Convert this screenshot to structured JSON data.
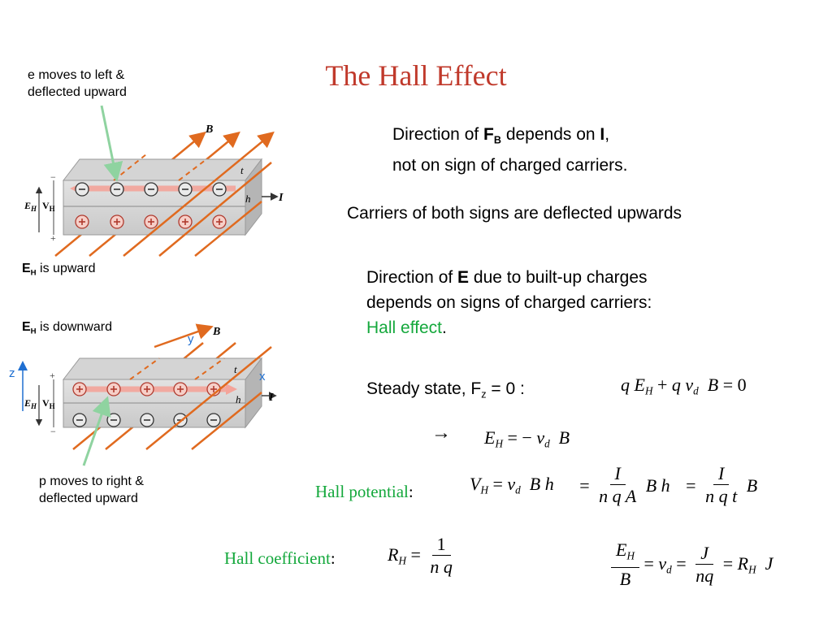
{
  "title": "The Hall Effect",
  "captions": {
    "e_moves": [
      "e moves to left &",
      "deflected upward"
    ],
    "eh_up": {
      "sym": "E",
      "sub": "H",
      "text": " is upward"
    },
    "eh_down": {
      "sym": "E",
      "sub": "H",
      "text": " is downward"
    },
    "p_moves": [
      "p moves to right &",
      "deflected upward"
    ]
  },
  "axes": {
    "y": "y",
    "z": "z",
    "x": "x"
  },
  "figure_labels": {
    "B": "B",
    "I": "I",
    "h": "h",
    "t": "t",
    "E": "E",
    "H": "H",
    "V": "V"
  },
  "text": {
    "dir_fb_1": "Direction of ",
    "dir_fb_F": "F",
    "dir_fb_Fsub": "B",
    "dir_fb_2": " depends on ",
    "dir_fb_I": "I",
    "dir_fb_3": ",",
    "dir_fb_line2": "not on sign of charged carriers.",
    "carriers": "Carriers of both signs are deflected upwards",
    "dir_e_1": "Direction of ",
    "dir_e_E": "E",
    "dir_e_2": " due to built-up charges",
    "dir_e_line2": "depends on signs of charged carriers:",
    "hall_effect": "Hall effect",
    "period": ".",
    "steady_1": "Steady state, F",
    "steady_sub": "z",
    "steady_2": " = 0 :",
    "arrow": "→",
    "hall_potential": "Hall potential",
    "hall_coefficient": "Hall coefficient",
    "colon": ":"
  },
  "colors": {
    "title": "#c0392b",
    "green": "#14a83c",
    "blue": "#1f6fd1",
    "arrow_orange": "#e06a1f",
    "pointer_green": "#8fd3a0"
  }
}
